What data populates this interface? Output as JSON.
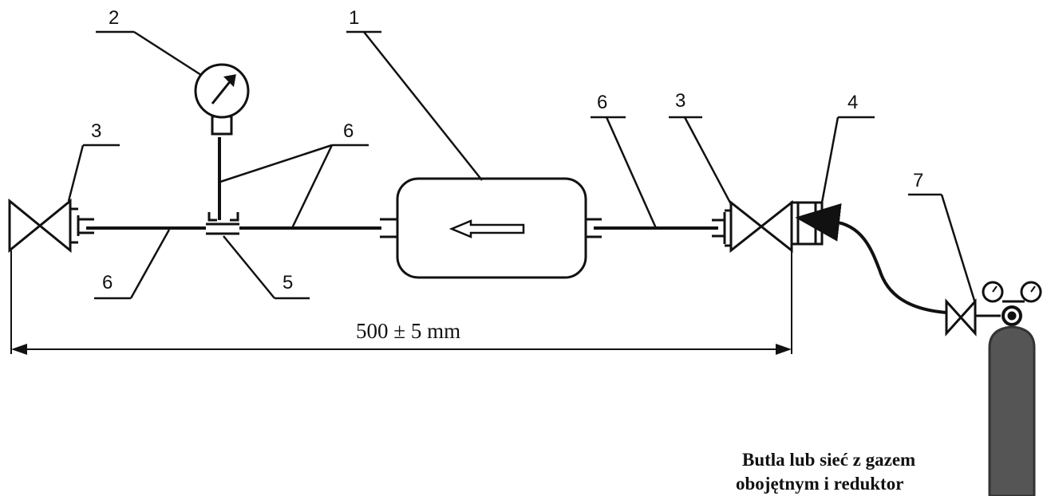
{
  "labels": {
    "filter": "1",
    "gauge": "2",
    "valve_left": "3",
    "valve_right": "3",
    "connector": "4",
    "tee": "5",
    "pipe_upper": "6",
    "pipe_left": "6",
    "pipe_right": "6",
    "cylinder_valve": "7"
  },
  "dimension": "500 ± 5 mm",
  "gas_source": {
    "line1": "Butla lub sieć z gazem",
    "line2": "obojętnym i reduktor"
  },
  "colors": {
    "line": "#111111",
    "cylinder": "#555555"
  }
}
